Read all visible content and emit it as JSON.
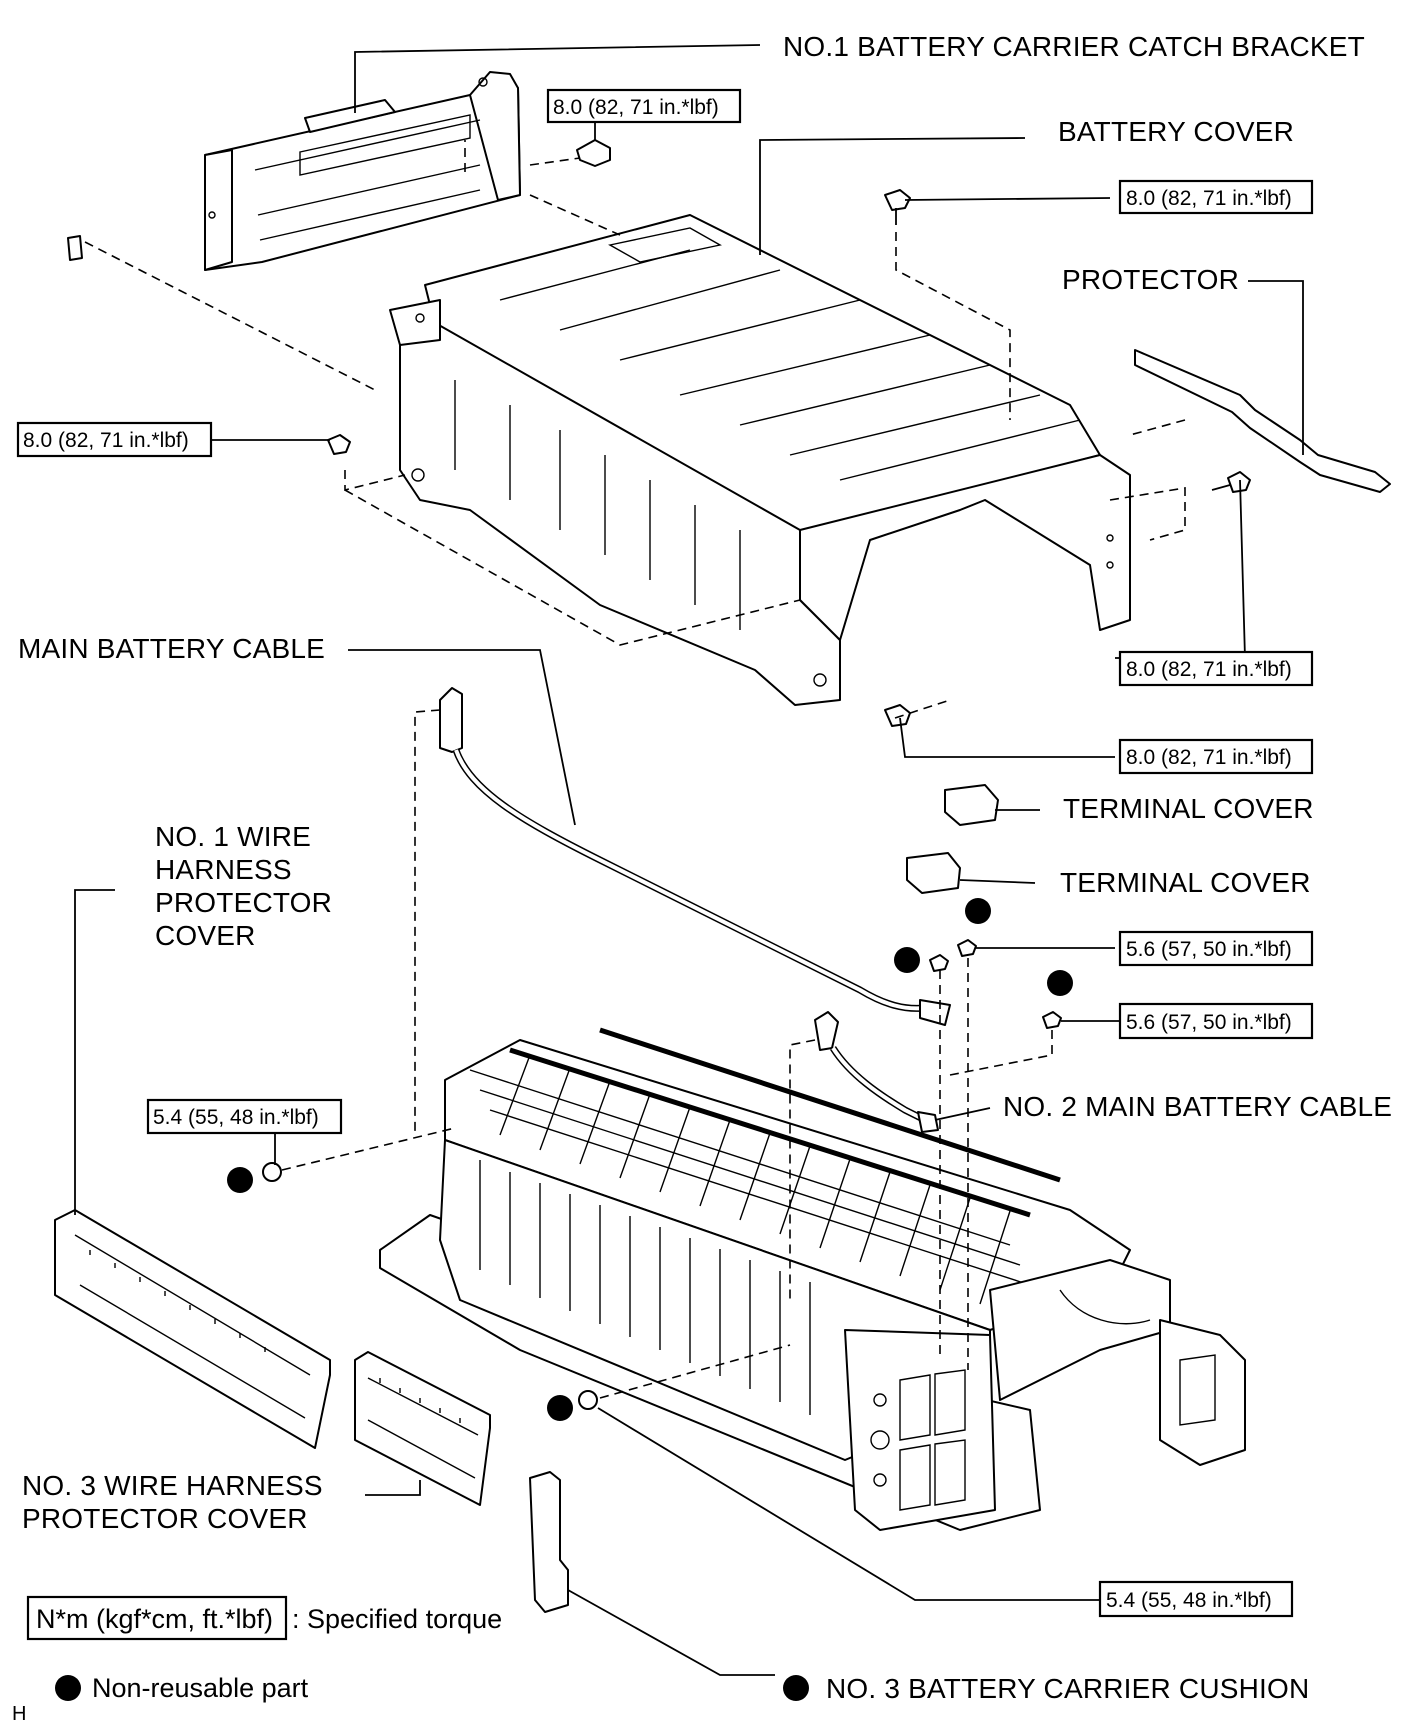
{
  "labels": {
    "bracket": "NO.1 BATTERY CARRIER CATCH BRACKET",
    "battery_cover": "BATTERY COVER",
    "protector": "PROTECTOR",
    "main_cable": "MAIN BATTERY CABLE",
    "terminal_cover_1": "TERMINAL COVER",
    "terminal_cover_2": "TERMINAL COVER",
    "no1_wire_harness": [
      "NO. 1 WIRE",
      "HARNESS",
      "PROTECTOR",
      "COVER"
    ],
    "no2_main_cable": "NO. 2 MAIN BATTERY CABLE",
    "no3_wire_harness": [
      "NO. 3 WIRE HARNESS",
      "PROTECTOR COVER"
    ],
    "no3_cushion": "NO. 3 BATTERY CARRIER CUSHION"
  },
  "torques": {
    "bracket_bolt": "8.0 (82, 71 in.*lbf)",
    "cover_top_bolt": "8.0 (82, 71 in.*lbf)",
    "cover_left_nut": "8.0 (82, 71 in.*lbf)",
    "cover_right_bolt": "8.0 (82, 71 in.*lbf)",
    "cover_front_bolt": "8.0 (82, 71 in.*lbf)",
    "terminal_nut_1": "5.6 (57, 50 in.*lbf)",
    "terminal_nut_2": "5.6 (57, 50 in.*lbf)",
    "cable_nut_left": "5.4 (55, 48 in.*lbf)",
    "cable_nut_bottom": "5.4 (55, 48 in.*lbf)"
  },
  "legend": {
    "torque_box": "N*m (kgf*cm, ft.*lbf)",
    "torque_desc": ": Specified torque",
    "nonreusable": "Non-reusable part"
  },
  "corner_mark": "H"
}
